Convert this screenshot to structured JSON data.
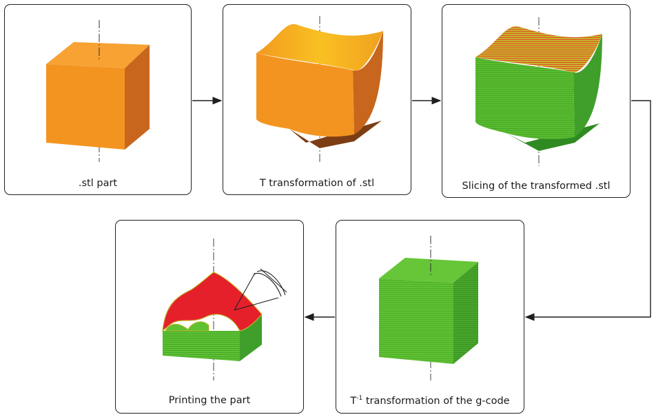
{
  "steps": [
    {
      "id": "stl-part",
      "caption": ".stl part"
    },
    {
      "id": "t-transform",
      "caption": "T transformation of .stl"
    },
    {
      "id": "slicing",
      "caption": "Slicing of the transformed .stl"
    },
    {
      "id": "inverse-transform",
      "caption_prefix": "T",
      "caption_sup": "-1",
      "caption_rest": " transformation of the g-code"
    },
    {
      "id": "printing",
      "caption": "Printing the part"
    }
  ],
  "colors": {
    "orange_front": "#f39420",
    "orange_side": "#c7661c",
    "orange_top": "#f8a838",
    "green_front": "#58bd2f",
    "green_side": "#3f9f2a",
    "red_top": "#e5202a",
    "outline": "#1f1f1f"
  }
}
